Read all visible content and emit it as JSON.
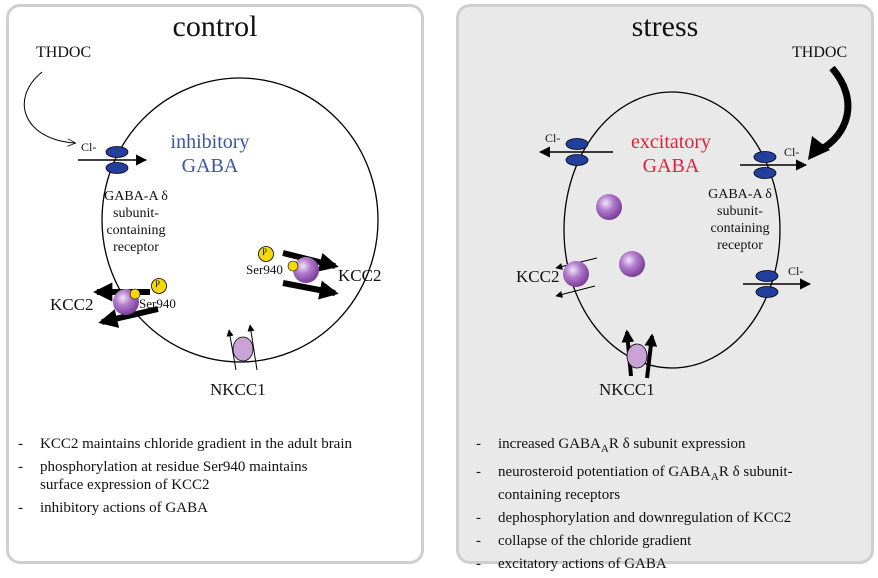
{
  "colors": {
    "inhibitory": "#3a55a4",
    "excitatory": "#e0203a",
    "channel": "#233f9e",
    "kcc2_sphere": "#9b59b6",
    "nkcc1": "#c9a3d6",
    "phospho": "#f5d90a"
  },
  "control": {
    "title": "control",
    "thdoc": "THDOC",
    "cl": "Cl-",
    "center": [
      "inhibitory",
      "GABA"
    ],
    "receptor": [
      "GABA-A δ",
      "subunit-",
      "containing",
      "receptor"
    ],
    "kcc2_left": "KCC2",
    "kcc2_right": "KCC2",
    "ser_left": "Ser940",
    "ser_right": "Ser940",
    "p": "P",
    "nkcc1": "NKCC1",
    "bullets": [
      {
        "dash": "-",
        "text": "KCC2 maintains chloride gradient in the adult brain"
      },
      {
        "dash": "-",
        "text": "phosphorylation at residue Ser940 maintains",
        "cont": "surface expression of KCC2"
      },
      {
        "dash": "-",
        "text": "inhibitory actions of GABA"
      }
    ]
  },
  "stress": {
    "title": "stress",
    "thdoc": "THDOC",
    "cl_left": "Cl-",
    "cl_right_top": "Cl-",
    "cl_right_bottom": "Cl-",
    "center": [
      "excitatory",
      "GABA"
    ],
    "receptor": [
      "GABA-A δ",
      "subunit-",
      "containing",
      "receptor"
    ],
    "kcc2": "KCC2",
    "nkcc1": "NKCC1",
    "bullets": [
      {
        "dash": "-",
        "pre": "increased GABA",
        "sub": "A",
        "post": "R δ subunit expression"
      },
      {
        "dash": "-",
        "pre": "neurosteroid potentiation of GABA",
        "sub": "A",
        "post": "R δ subunit-",
        "cont": "containing receptors"
      },
      {
        "dash": "-",
        "text": "dephosphorylation and downregulation of KCC2"
      },
      {
        "dash": "-",
        "text": "collapse of the chloride gradient"
      },
      {
        "dash": "-",
        "text": "excitatory actions of GABA"
      }
    ]
  }
}
